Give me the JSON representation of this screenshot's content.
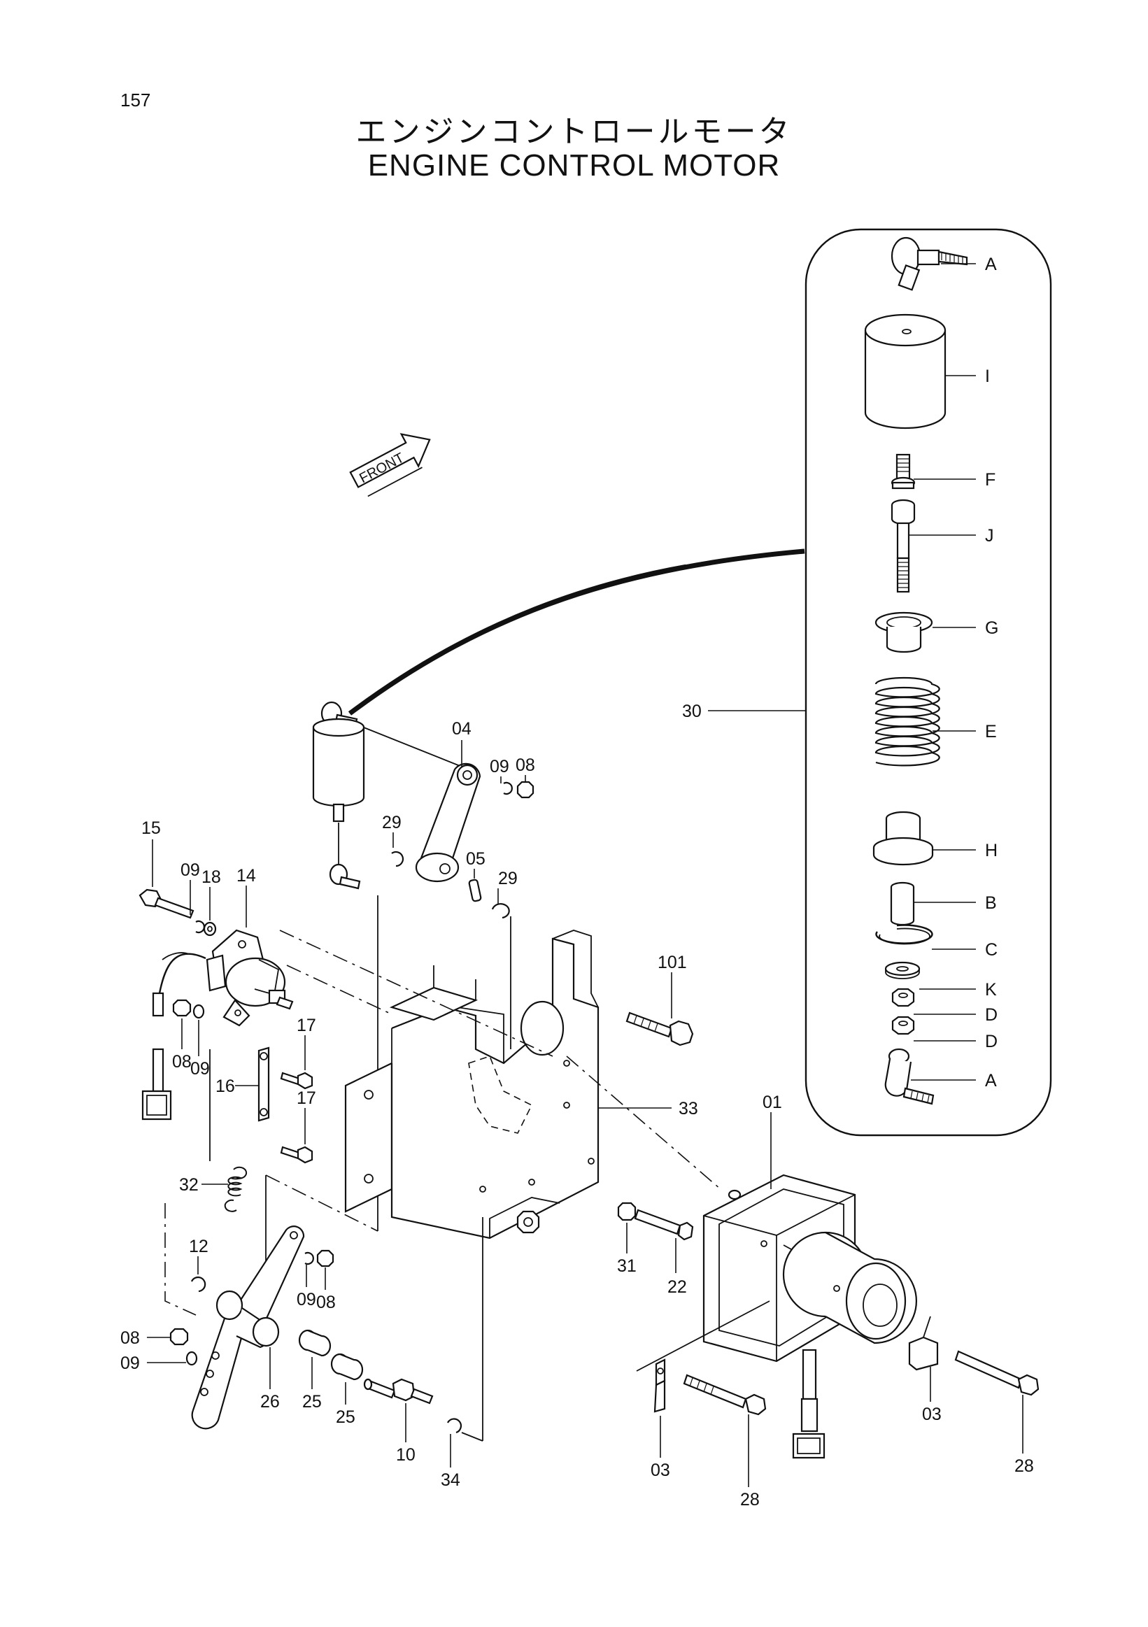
{
  "page_number": "157",
  "title_jp": "エンジンコントロールモータ",
  "title_en": "ENGINE CONTROL MOTOR",
  "front_label": "FRONT",
  "callouts": {
    "c01": "01",
    "c03a": "03",
    "c03b": "03",
    "c04": "04",
    "c05": "05",
    "c08a": "08",
    "c08b": "08",
    "c08c": "08",
    "c08d": "08",
    "c09a": "09",
    "c09b": "09",
    "c09c": "09",
    "c09d": "09",
    "c09e": "09",
    "c10": "10",
    "c12": "12",
    "c14": "14",
    "c15": "15",
    "c16": "16",
    "c17a": "17",
    "c17b": "17",
    "c18": "18",
    "c22": "22",
    "c25a": "25",
    "c25b": "25",
    "c26": "26",
    "c28a": "28",
    "c28b": "28",
    "c29a": "29",
    "c29b": "29",
    "c30": "30",
    "c31": "31",
    "c32": "32",
    "c33": "33",
    "c34": "34",
    "c101": "101"
  },
  "kit_labels": {
    "a_top": "A",
    "i": "I",
    "f": "F",
    "j": "J",
    "g": "G",
    "e": "E",
    "h": "H",
    "b": "B",
    "c": "C",
    "k": "K",
    "d1": "D",
    "d2": "D",
    "a_bottom": "A"
  }
}
